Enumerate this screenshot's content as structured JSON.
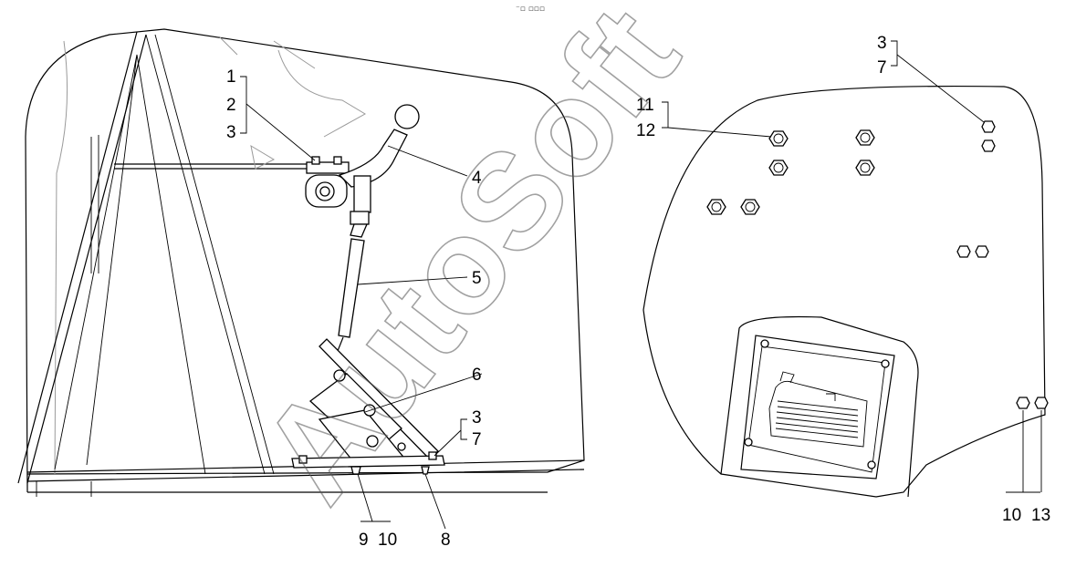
{
  "top_marker": "⁻▫ ▫▫▫",
  "watermark_text": "AutoSoft",
  "left_view": {
    "callouts": {
      "c1": "1",
      "c2": "2",
      "c3": "3",
      "c4": "4",
      "c5": "5",
      "c6": "6",
      "c3b": "3",
      "c7": "7",
      "c9": "9",
      "c10": "10",
      "c8": "8"
    }
  },
  "right_view": {
    "callouts": {
      "c3": "3",
      "c7": "7",
      "c11": "11",
      "c12": "12",
      "c10": "10",
      "c13": "13"
    }
  }
}
